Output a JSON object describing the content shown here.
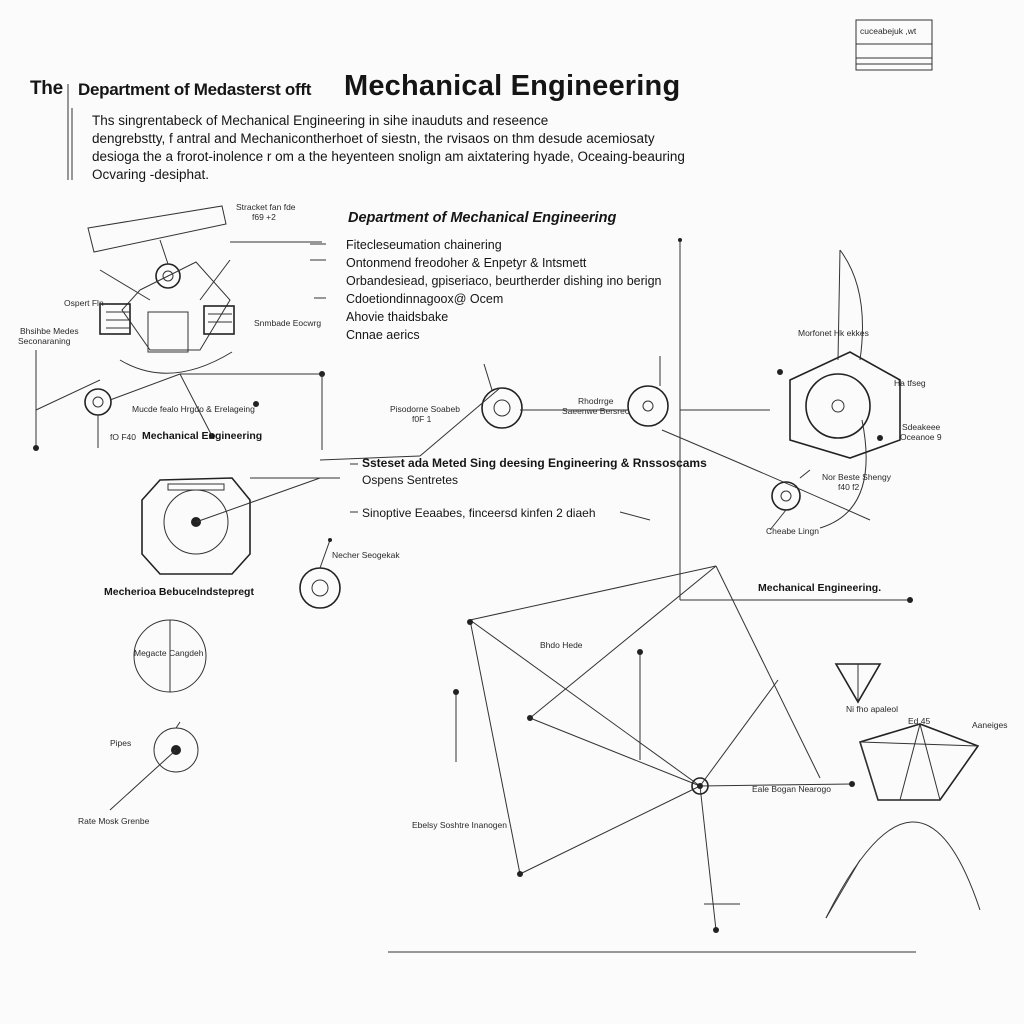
{
  "title_block": {
    "text": "cuceabejuk ,wt"
  },
  "header": {
    "small_the": "The",
    "small_dept": "Department of Medasterst offt",
    "big_title": "Mechanical Engineering"
  },
  "intro": {
    "lines": [
      "Ths singrentabeck of Mechanical Engineering in sihe inauduts and reseence",
      "dengrebstty, f antral and Mechanicontherhoet of siestn, the rvisaos on thm desude acemiosaty",
      "desioga the a frorot-inolence r om a the heyenteen snolign am aixtatering hyade, Oceaing-beauring",
      "Ocvaring -desiphat."
    ]
  },
  "dept_list": {
    "heading": "Department of Mechanical Engineering",
    "items": [
      "Fitecleseumation chainering",
      "Ontonmend freodoher & Enpetyr & Intsmett",
      "Orbandesiead, gpiseriaco, beurtherder dishing ino berign",
      "Cdoetiondinnagoox@ Ocem",
      "Ahovie thaidsbake",
      "Cnnae aerics"
    ]
  },
  "mid_notes": {
    "line1": "Ssteset ada Meted Sing deesing Engineering & Rnssoscams",
    "line2": "Ospens Sentretes",
    "line3": "Sinoptive Eeaabes, finceersd kinfen 2 diaeh"
  },
  "labels": {
    "a": "Stracket fan fde",
    "a2": "f69 +2",
    "b": "Ospert Fln",
    "c": "Bhsihbe Medes",
    "c2": "Seconaraning",
    "d": "Snmbade Eocwrg",
    "e": "Mucde fealo Hrgdo & Erelageing",
    "e2": "fO F40",
    "f": "Mechanical Engineering",
    "g": "Necher Seogekak",
    "h": "Mecherioa Bebucelndstepregt",
    "i": "Megacte Cangdeh",
    "j": "Pipes",
    "k": "Rate Mosk Grenbe",
    "l": "Pisodorne Soabeb",
    "l2": "f0F 1",
    "m": "Rhodrrge",
    "m2": "Saeenwe Bersrec",
    "n": "Morfonet Hk ekkes",
    "o": "Ha tfseg",
    "p": "Sdeakeee",
    "p2": "Oceanoe 9",
    "q": "Nor Beste Shengy",
    "q2": "f40 f2",
    "r": "Cheabe Lingn",
    "s": "Mechanical Engineering.",
    "t": "Bhdo Hede",
    "u": "Ni fho apaleol",
    "v": "Aaneiges",
    "w": "Eale Bogan Nearogo",
    "x": "Ebelsy Soshtre Inanogen",
    "y": "Ed 45"
  }
}
